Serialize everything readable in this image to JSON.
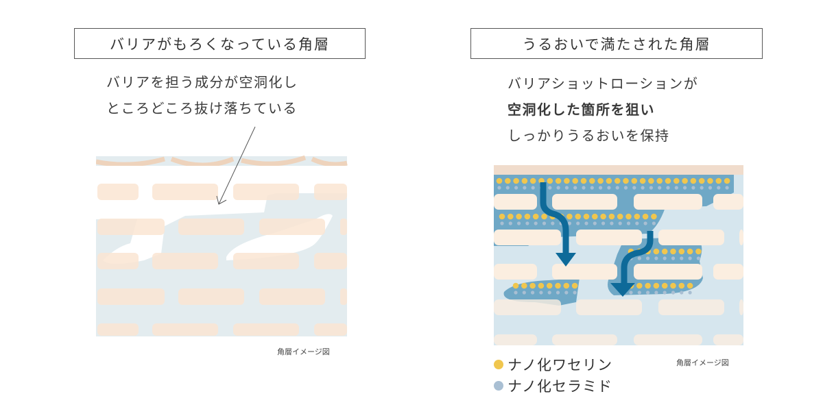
{
  "left": {
    "title": "バリアがもろくなっている角層",
    "description": [
      "バリアを担う成分が空洞化し",
      "ところどころ抜け落ちている"
    ],
    "caption": "角層イメージ図"
  },
  "right": {
    "title": "うるおいで満たされた角層",
    "description": [
      "バリアショットローションが",
      "空洞化した箇所を狙い",
      "しっかりうるおいを保持"
    ],
    "caption": "角層イメージ図",
    "legend": [
      {
        "label": "ナノ化ワセリン",
        "color": "#f0c64e"
      },
      {
        "label": "ナノ化セラミド",
        "color": "#a9bfd3"
      }
    ]
  },
  "colors": {
    "brick": "#fbeadb",
    "arrow": "#0e6a99",
    "band": "#6fa8c6",
    "skin_top": "#efc9a8"
  }
}
